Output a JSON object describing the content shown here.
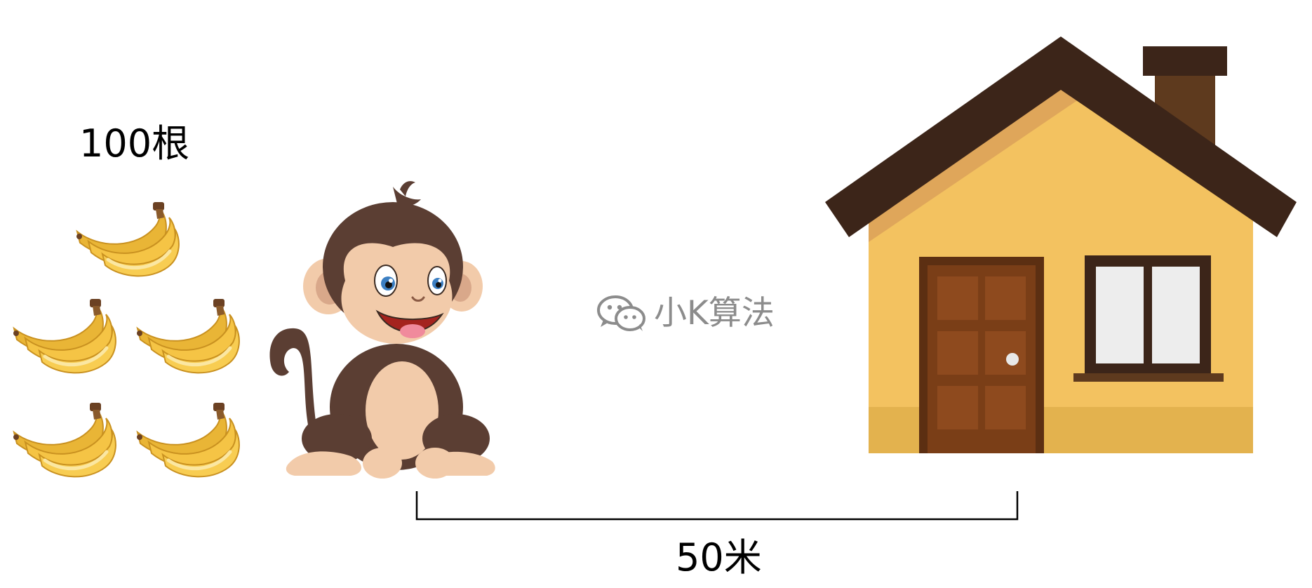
{
  "bananas": {
    "count_label": "100根",
    "bunches": 5
  },
  "distance": {
    "label": "50米"
  },
  "watermark": {
    "text": "小K算法",
    "icon": "wechat-icon"
  },
  "characters": {
    "monkey": "monkey-illustration",
    "house": "house-illustration"
  },
  "colors": {
    "banana": "#F5C445",
    "banana_shade": "#E2A92B",
    "monkey_fur": "#5B3E33",
    "monkey_skin": "#F2CBAA",
    "house_wall": "#F3C260",
    "roof": "#3C2519",
    "door": "#5C2F12",
    "door_panel": "#8E4A1E",
    "window_glass": "#EDEDED",
    "watermark": "#8C8C8C"
  }
}
